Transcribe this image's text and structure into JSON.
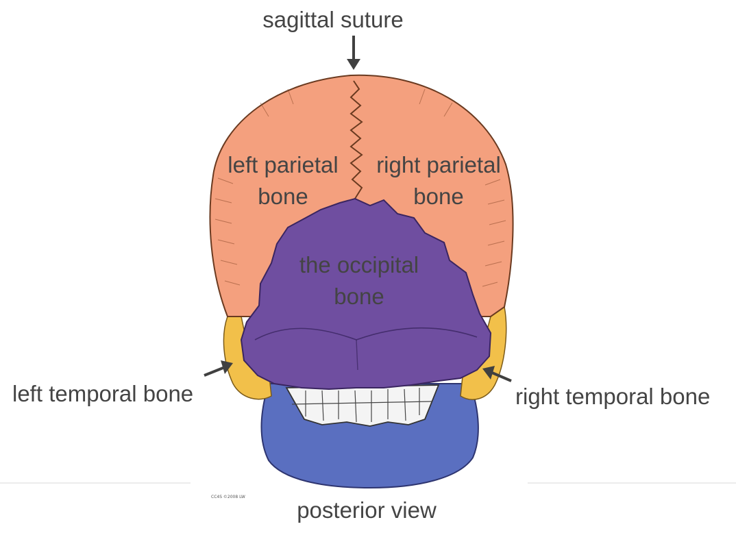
{
  "labels": {
    "sagittal": "sagittal suture",
    "left_parietal_line1": "left parietal",
    "left_parietal_line2": "bone",
    "right_parietal_line1": "right parietal",
    "right_parietal_line2": "bone",
    "occipital_line1": "the occipital",
    "occipital_line2": "bone",
    "left_temporal": "left temporal bone",
    "right_temporal": "right temporal bone",
    "view": "posterior view",
    "copyright": "CC4S ©2008 LW"
  },
  "colors": {
    "parietal": "#f4a07e",
    "occipital": "#6f4ea0",
    "temporal": "#f2c04a",
    "mandible": "#5a6fc0",
    "arrow": "#404040",
    "text": "#444444"
  }
}
